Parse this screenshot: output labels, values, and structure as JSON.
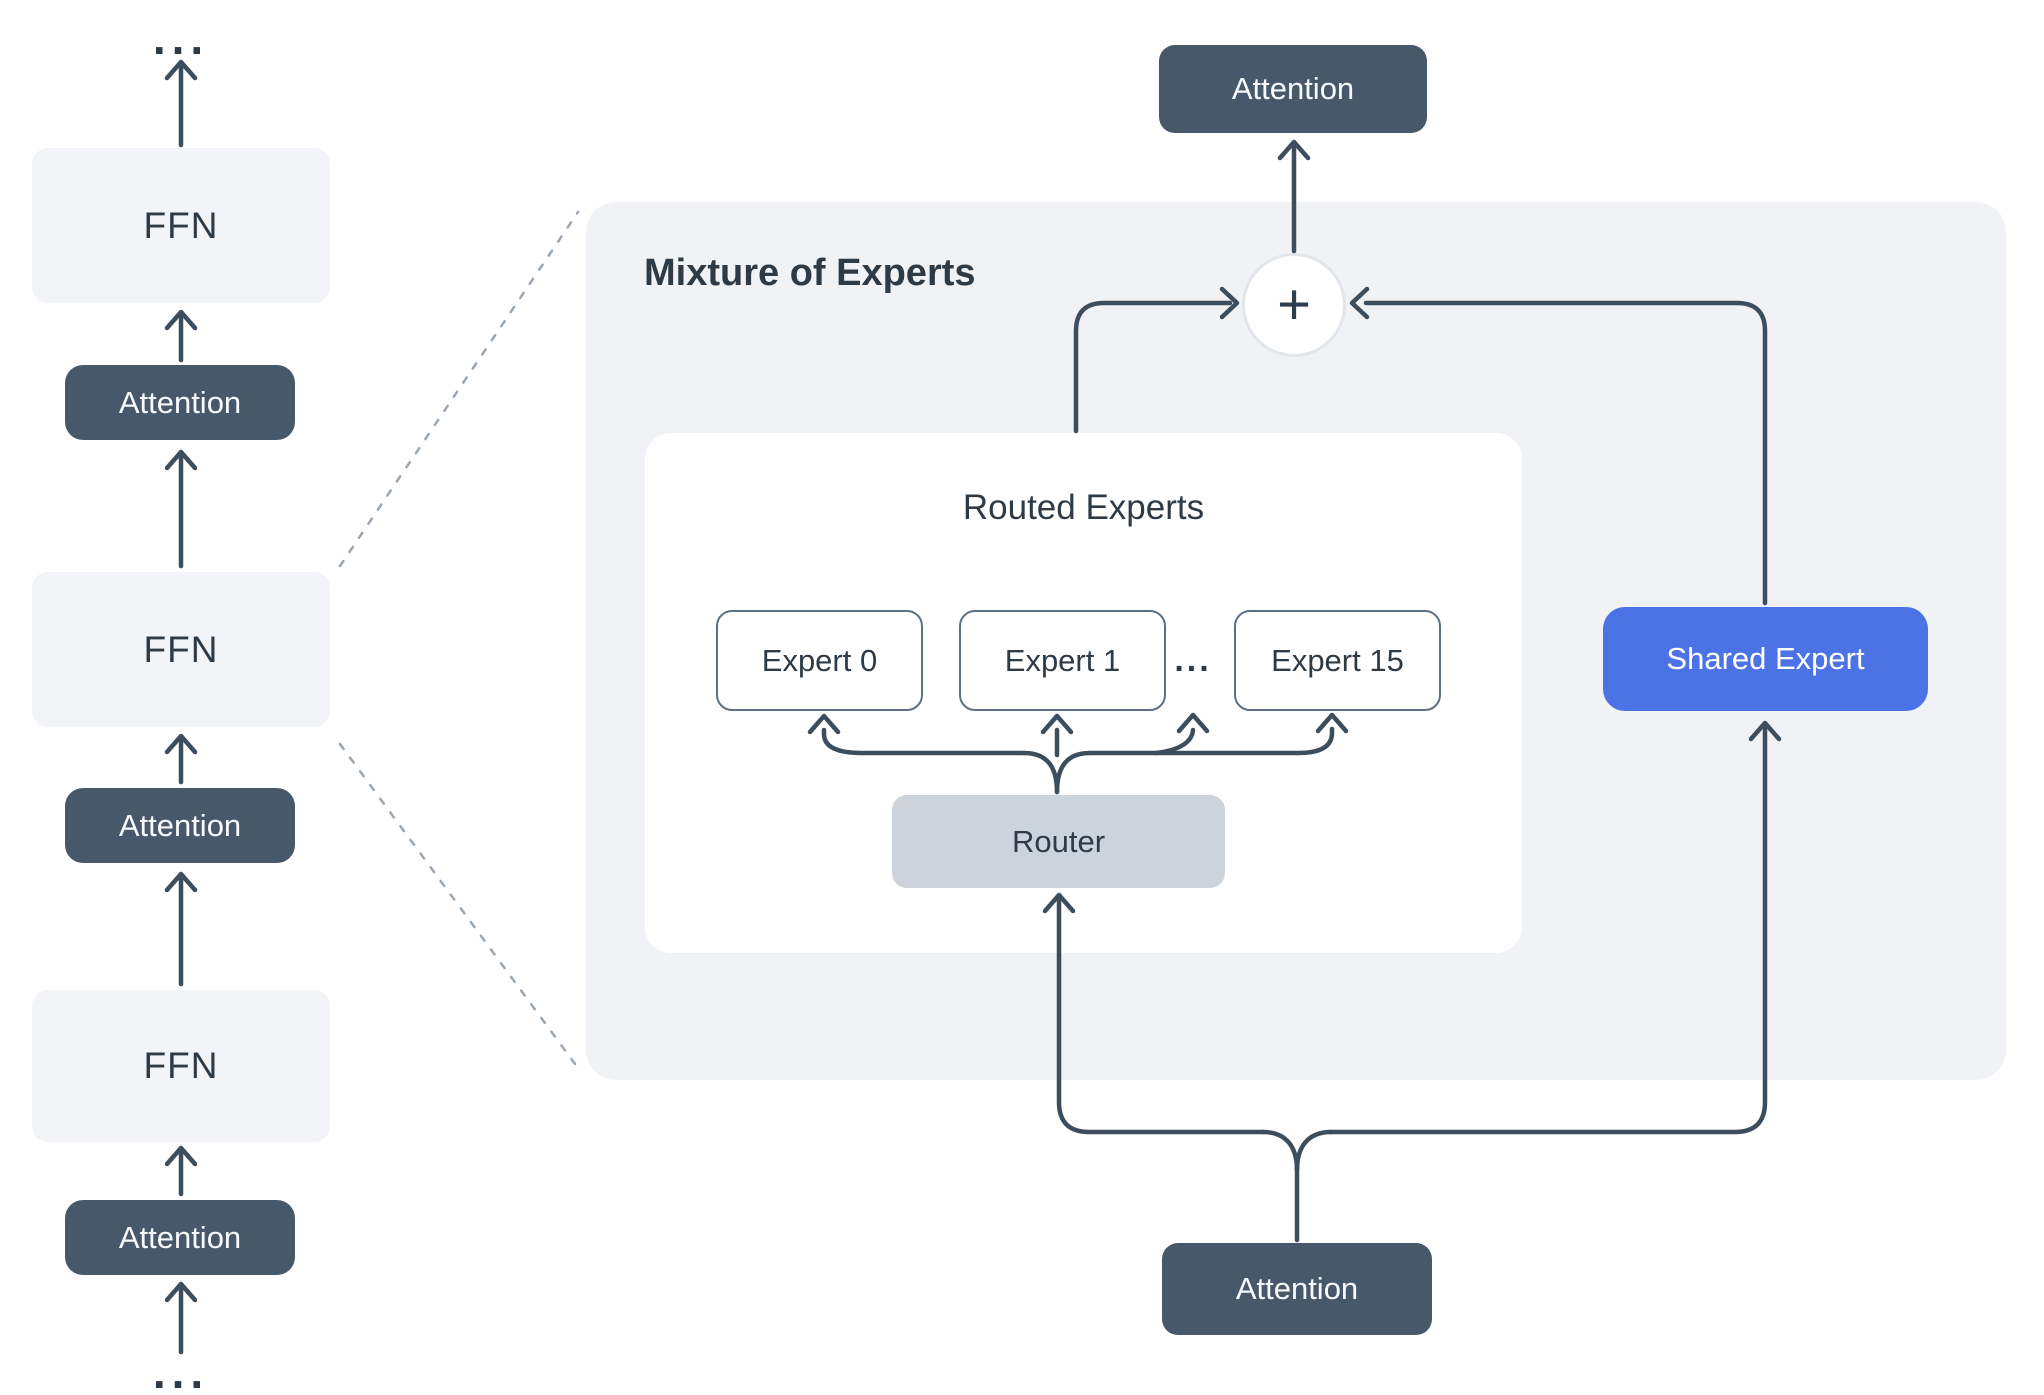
{
  "colors": {
    "background": "#ffffff",
    "panel_bg": "#f0f2f5",
    "ffn_bg": "#f2f4f7",
    "dark_box_bg": "#47586a",
    "dark_box_text": "#f7fafc",
    "arrow": "#3c4d5e",
    "text_dark": "#2e3b47",
    "expert_border": "#5f7080",
    "router_bg": "#cdd3da",
    "shared_expert_bg": "#4c73e6",
    "sum_circle_border": "#e2e6eb",
    "dotted_line": "#9aa7b3"
  },
  "left_stack": {
    "ellipsis_top": "...",
    "ellipsis_bottom": "...",
    "blocks": [
      {
        "type": "ffn",
        "label": "FFN"
      },
      {
        "type": "attention",
        "label": "Attention"
      },
      {
        "type": "ffn",
        "label": "FFN"
      },
      {
        "type": "attention",
        "label": "Attention"
      },
      {
        "type": "ffn",
        "label": "FFN"
      },
      {
        "type": "attention",
        "label": "Attention"
      }
    ]
  },
  "moe": {
    "title": "Mixture of Experts",
    "attention_top": "Attention",
    "attention_bottom": "Attention",
    "sum_symbol": "+",
    "shared_expert": "Shared Expert",
    "routed": {
      "title": "Routed Experts",
      "experts": [
        "Expert 0",
        "Expert 1",
        "Expert 15"
      ],
      "ellipsis": "...",
      "router": "Router"
    }
  }
}
